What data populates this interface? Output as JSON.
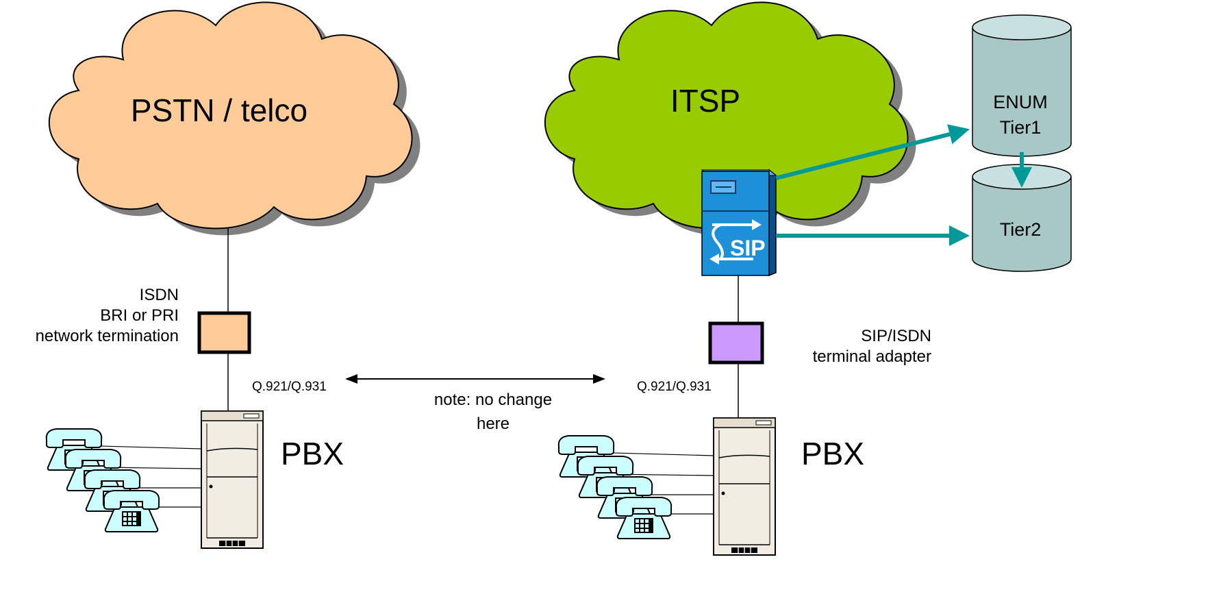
{
  "left": {
    "cloud_label": "PSTN / telco",
    "nt_label": [
      "ISDN",
      "BRI or PRI",
      "network termination"
    ],
    "protocol": "Q.921/Q.931",
    "pbx_label": "PBX"
  },
  "right": {
    "cloud_label": "ITSP",
    "ta_label": [
      "SIP/ISDN",
      "terminal adapter"
    ],
    "protocol": "Q.921/Q.931",
    "pbx_label": "PBX",
    "server_logo": "SIP"
  },
  "note": [
    "note: no change",
    "here"
  ],
  "databases": {
    "tier1": [
      "ENUM",
      "Tier1"
    ],
    "tier2": "Tier2"
  },
  "colors": {
    "pstn_cloud": "#FFCC99",
    "itsp_cloud": "#99CC00",
    "cloud_shadow": "#808080",
    "nt_box": "#FFCC99",
    "ta_box": "#CC99FF",
    "arrow_teal": "#009999",
    "db_fill": "#A8C8C8",
    "server_blue": "#1E90D8",
    "phone_fill": "#CCFFFF"
  }
}
